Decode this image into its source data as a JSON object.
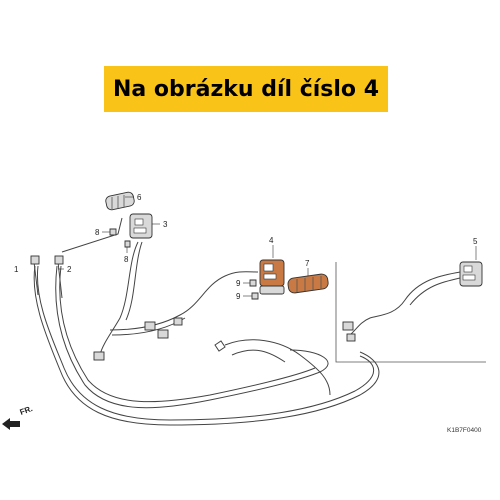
{
  "banner": {
    "text": "Na obrázku díl číslo 4",
    "color": "#f9c318"
  },
  "diagram": {
    "callouts": [
      "1",
      "2",
      "3",
      "4",
      "5",
      "6",
      "7",
      "8",
      "8",
      "9",
      "9"
    ],
    "direction_label": "FR.",
    "figure_code": "K1B7F0400",
    "highlight_color": "#c97a44"
  }
}
